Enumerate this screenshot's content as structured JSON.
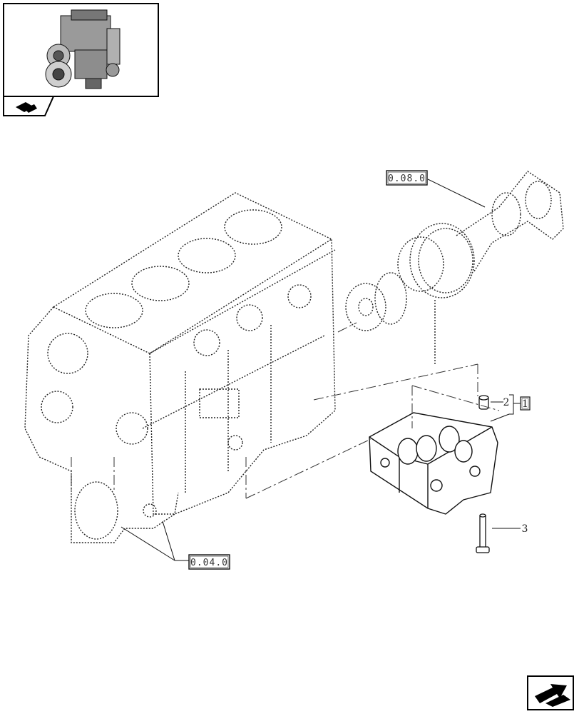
{
  "references": {
    "crankshaft_ref": "0.08.0",
    "block_ref": "0.04.0"
  },
  "callouts": {
    "item_1": "1",
    "item_2": "2",
    "item_3": "3"
  }
}
